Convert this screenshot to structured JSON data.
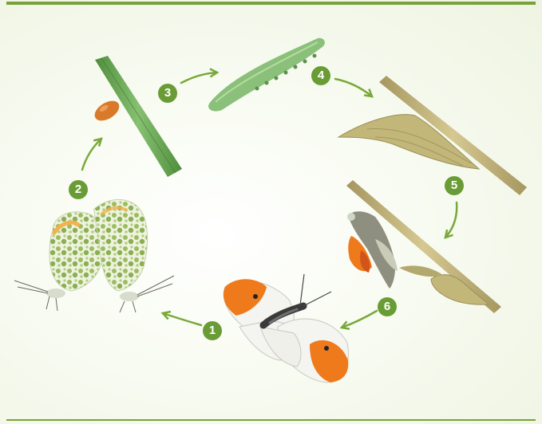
{
  "steps": [
    {
      "number": "1",
      "stage": "adult-butterfly"
    },
    {
      "number": "2",
      "stage": "mating-pair"
    },
    {
      "number": "3",
      "stage": "egg"
    },
    {
      "number": "4",
      "stage": "caterpillar"
    },
    {
      "number": "5",
      "stage": "chrysalis"
    },
    {
      "number": "6",
      "stage": "emerging-adult"
    }
  ],
  "colors": {
    "accent_rule": "#7aa23c",
    "badge": "#6a9c35",
    "arrow": "#79a83a",
    "orange_wing": "#ee7a1c",
    "egg": "#d97a2a",
    "stem": "#6aa654",
    "caterpillar": "#8ac07a",
    "twig": "#c4b27a",
    "chrysalis": "#c2b679"
  },
  "icons": [
    "stem-icon",
    "egg-icon",
    "caterpillar-icon",
    "twig-icon",
    "chrysalis-icon",
    "butterfly-icon"
  ]
}
